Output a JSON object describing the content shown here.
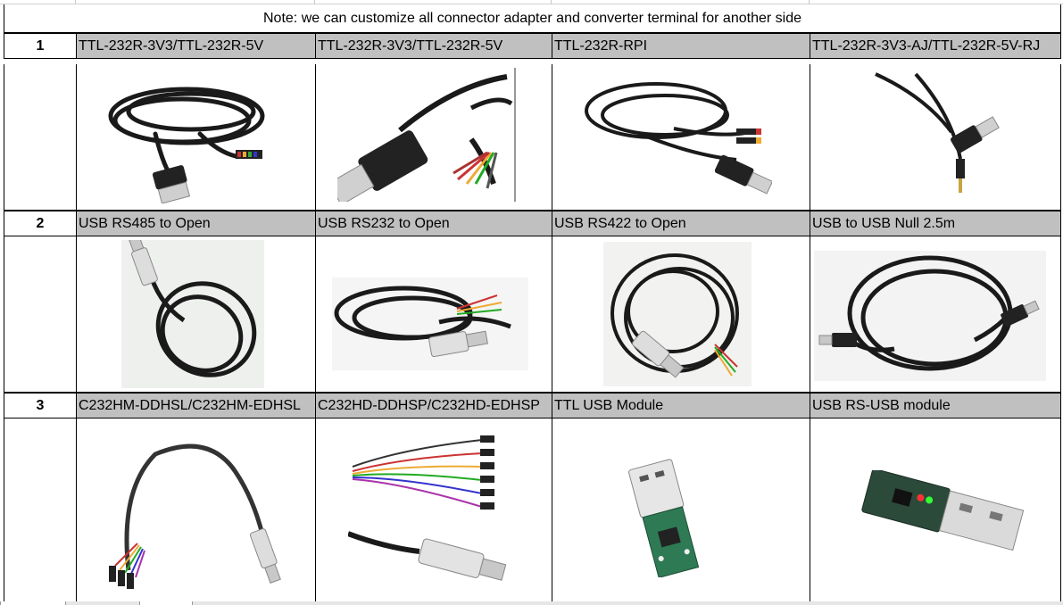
{
  "note": "Note: we can customize all connector adapter and converter terminal for another side",
  "rows": [
    {
      "number": "1",
      "labels": [
        "TTL-232R-3V3/TTL-232R-5V",
        "TTL-232R-3V3/TTL-232R-5V",
        "TTL-232R-RPI",
        "TTL-232R-3V3-AJ/TTL-232R-5V-RJ"
      ],
      "images": [
        "usb-ttl-cable-with-6-pin-header",
        "usb-ttl-cable-with-open-wires",
        "usb-ttl-cable-with-jumper-connectors",
        "usb-cable-with-audio-jack"
      ]
    },
    {
      "number": "2",
      "labels": [
        "USB RS485 to Open",
        "USB RS232 to Open",
        "USB RS422 to Open",
        "USB to USB  Null 2.5m"
      ],
      "images": [
        "usb-rs485-coiled-cable",
        "usb-rs232-coiled-cable",
        "usb-rs422-coiled-cable",
        "usb-to-usb-null-cable"
      ]
    },
    {
      "number": "3",
      "labels": [
        "C232HM-DDHSL/C232HM-EDHSL",
        "C232HD-DDHSP/C232HD-EDHSP",
        "TTL USB Module",
        "USB RS-USB module"
      ],
      "images": [
        "usb-cable-with-dupont-leads",
        "usb-cable-with-rainbow-jumper-leads",
        "usb-ttl-module-board",
        "usb-rs-module-pcb"
      ]
    }
  ],
  "colors": {
    "header_band": "#c0c0c0",
    "grid_line": "#000000",
    "cable": "#1a1a1a"
  }
}
